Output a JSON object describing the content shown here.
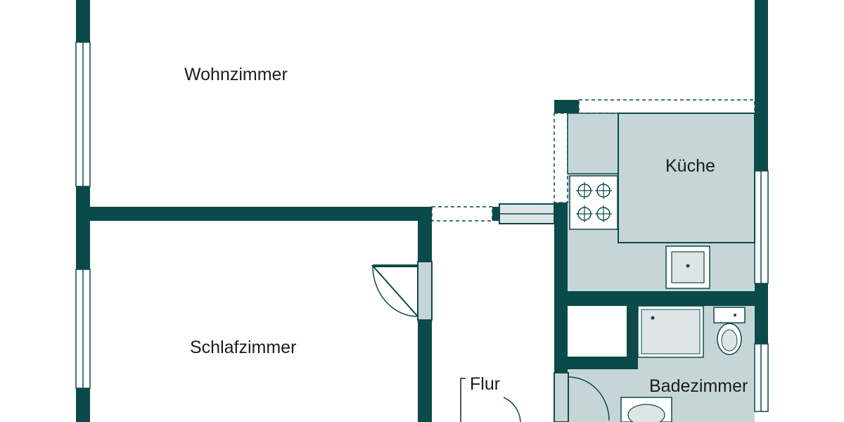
{
  "floor_plan": {
    "colors": {
      "wall": "#0b4a4a",
      "wet_room_fill": "#c6d6d8",
      "fixture_fill": "#dde5e6",
      "background": "#ffffff"
    },
    "rooms": {
      "living_room": "Wohnzimmer",
      "kitchen": "Küche",
      "bedroom": "Schlafzimmer",
      "hallway": "Flur",
      "bathroom": "Badezimmer"
    },
    "fixtures": {
      "stove": "stove-icon",
      "kitchen_sink": "sink-icon",
      "shower": "shower-icon",
      "toilet": "toilet-icon",
      "washbasin": "washbasin-icon"
    }
  }
}
